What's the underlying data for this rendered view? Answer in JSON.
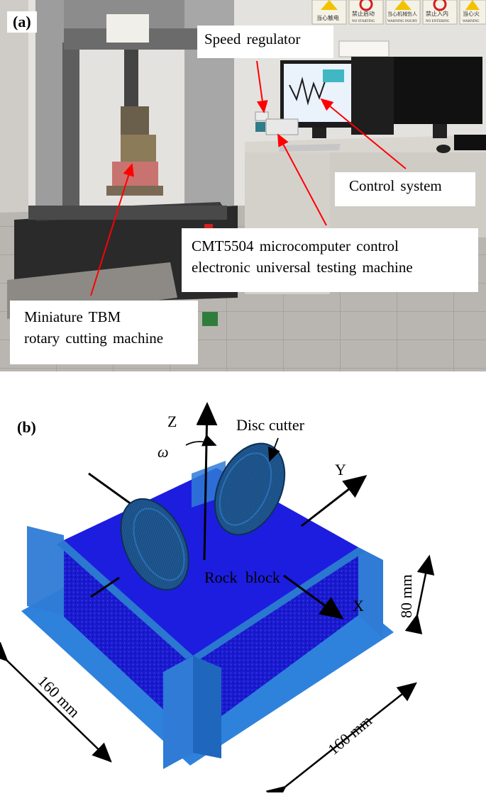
{
  "panel_a": {
    "label": "(a)",
    "callouts": {
      "speed_regulator": "Speed regulator",
      "control_system": "Control system",
      "testing_machine_line1": "CMT5504 microcomputer control",
      "testing_machine_line2": "electronic universal testing machine",
      "tbm_line1": "Miniature TBM",
      "tbm_line2": "rotary cutting machine"
    },
    "wall_signs": [
      "当心触电",
      "禁止启动",
      "当心机械伤人",
      "禁止入内",
      "当心火"
    ],
    "wall_signs_en": [
      "",
      "NO STARTING",
      "WARNING INJURY",
      "NO ENTERING",
      "WARNING"
    ]
  },
  "panel_b": {
    "label": "(b)",
    "labels": {
      "z_axis": "Z",
      "omega": "ω",
      "disc_cutter": "Disc cutter",
      "y_axis": "Y",
      "rock_block": "Rock block",
      "height_dim": "80 mm",
      "x_axis": "X",
      "width_dim_left": "160 mm",
      "width_dim_right": "160 mm"
    }
  },
  "colors": {
    "annotation_arrow": "#ff0000",
    "rock_block": "#1e1eda",
    "plates": "#2f7bd6",
    "cutter": "#1d4f86"
  }
}
